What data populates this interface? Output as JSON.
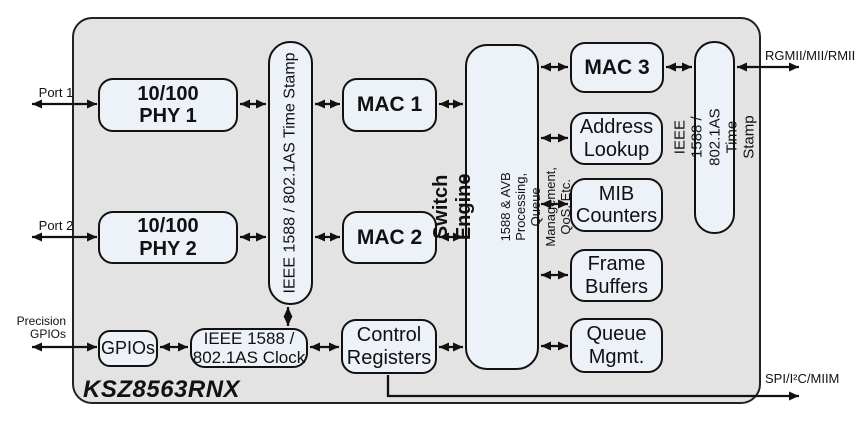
{
  "chip": {
    "name": "KSZ8563RNX"
  },
  "external_labels": {
    "port1": "Port 1",
    "port2": "Port 2",
    "precision_gpios": "Precision\nGPIOs",
    "rgmii": "RGMII/MII/RMII",
    "spi": "SPI/I²C/MIIM"
  },
  "blocks": {
    "phy1": "10/100\nPHY 1",
    "phy2": "10/100\nPHY 2",
    "mac1": "MAC 1",
    "mac2": "MAC 2",
    "mac3": "MAC 3",
    "timestamp_left": "IEEE 1588 / 802.1AS Time Stamp",
    "timestamp_right": "IEEE 1588 / 802.1AS\nTime Stamp",
    "switch_engine_title": "Switch Engine",
    "switch_engine_sub": "1588 & AVB Processing,\nQueue Management, QoS, Etc.",
    "address_lookup": "Address\nLookup",
    "mib_counters": "MIB\nCounters",
    "frame_buffers": "Frame\nBuffers",
    "queue_mgmt": "Queue\nMgmt.",
    "control_registers": "Control\nRegisters",
    "gpios": "GPIOs",
    "ieee1588_clock": "IEEE 1588 /\n802.1AS Clock"
  },
  "colors": {
    "chip_fill": "#e3e3e3",
    "block_fill": "#edf2f9",
    "border": "#111111",
    "background": "#ffffff"
  }
}
